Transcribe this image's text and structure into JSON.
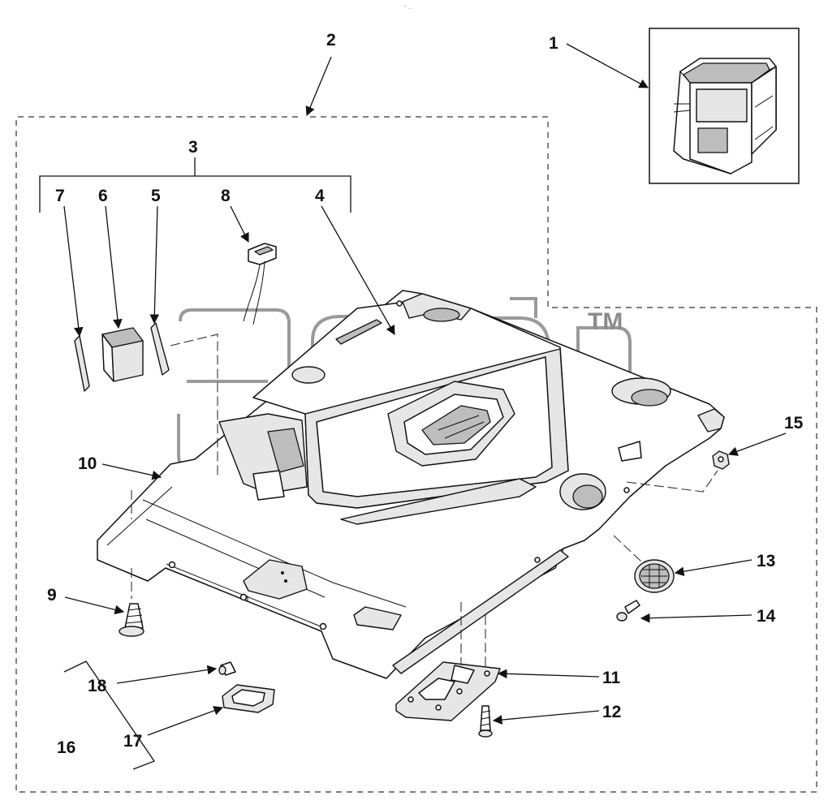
{
  "header_mark": "\" ...",
  "watermark_tm": "TM",
  "callouts": {
    "c1": "1",
    "c2": "2",
    "c3": "3",
    "c4": "4",
    "c5": "5",
    "c6": "6",
    "c7": "7",
    "c8": "8",
    "c9": "9",
    "c10": "10",
    "c11": "11",
    "c12": "12",
    "c13": "13",
    "c14": "14",
    "c15": "15",
    "c16": "16",
    "c17": "17",
    "c18": "18"
  },
  "icons": {
    "cab": "cab-frame-icon",
    "headliner": "headliner-panel-icon",
    "lamp": "dome-lamp-icon",
    "screw": "screw-icon",
    "nut": "nut-icon",
    "speaker_grille": "speaker-grille-icon"
  },
  "colors": {
    "line": "#111111",
    "watermark": "#9a9a9a",
    "background": "#ffffff"
  }
}
